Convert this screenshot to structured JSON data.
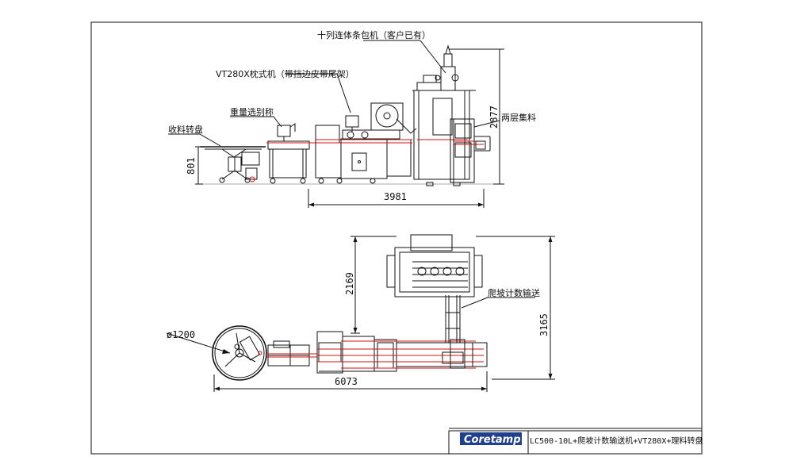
{
  "labels": {
    "packer": "十列连体条包机（客户已有）",
    "pillow": "VT280X枕式机（带挡边皮带尾架）",
    "weigher": "重量选别称",
    "collect_tray": "收料转盘",
    "two_layer": "两层集料",
    "climb_conveyor": "爬坡计数输送"
  },
  "dimensions": {
    "height_left": "801",
    "height_right": "2877",
    "length_top": "3981",
    "depth": "2169",
    "width_right": "3165",
    "diameter": "ø1200",
    "length_bottom": "6073"
  },
  "title_block": {
    "brand": "Coretamp",
    "title": "LC500-10L+爬坡计数输送机+VT280X+理料转盘"
  },
  "colors": {
    "line": "#111111",
    "red": "#d01010",
    "brand_bg": "#1f3f8f"
  }
}
